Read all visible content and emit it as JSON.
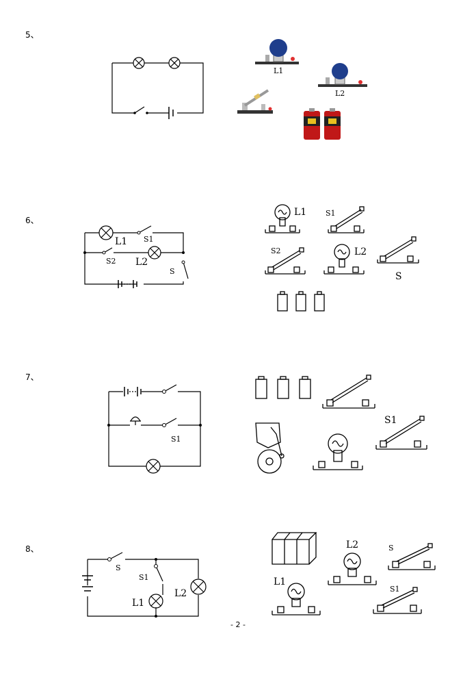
{
  "questions": [
    {
      "num": "5、",
      "photo_labels": [
        "L1",
        "L2"
      ]
    },
    {
      "num": "6、",
      "circuit_labels": [
        "L1",
        "S1",
        "S2",
        "L2",
        "S"
      ],
      "component_labels": [
        "L1",
        "S1",
        "S2",
        "L2",
        "S"
      ]
    },
    {
      "num": "7、",
      "circuit_labels": [
        "S1"
      ],
      "component_labels": [
        "S1"
      ]
    },
    {
      "num": "8、",
      "circuit_labels": [
        "S",
        "S1",
        "L1",
        "L2"
      ],
      "component_labels": [
        "L2",
        "S",
        "L1",
        "S1"
      ]
    }
  ],
  "page_number": "- 2 -"
}
